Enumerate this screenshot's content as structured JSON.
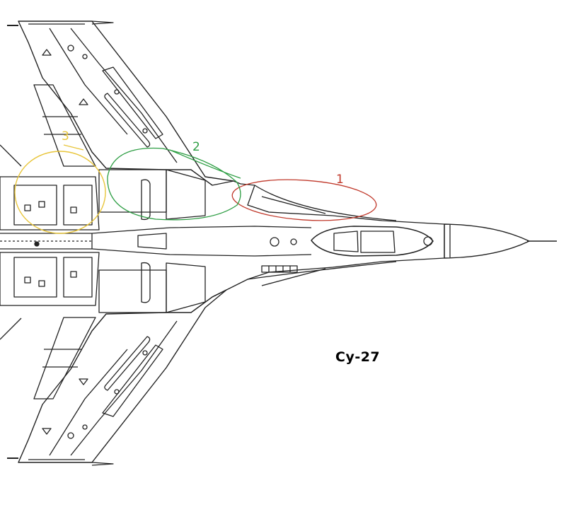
{
  "diagram": {
    "title": "Су-27",
    "annotations": [
      {
        "id": "1",
        "label": "1",
        "color": "#c0392b"
      },
      {
        "id": "2",
        "label": "2",
        "color": "#2e9e44"
      },
      {
        "id": "3",
        "label": "3",
        "color": "#e8c53a"
      }
    ],
    "line_color": "#222222"
  }
}
